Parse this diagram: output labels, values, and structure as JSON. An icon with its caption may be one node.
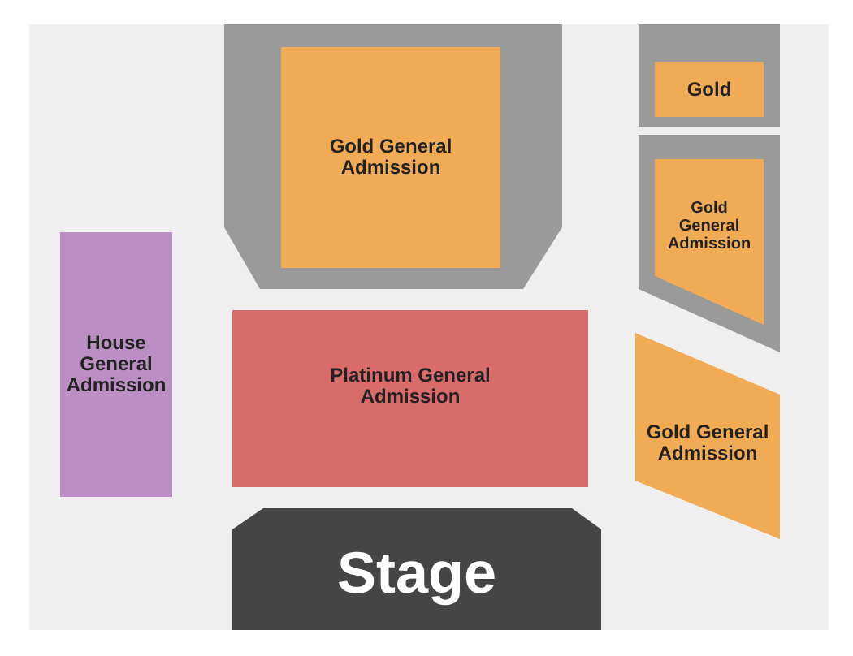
{
  "diagram": {
    "nodes": [
      {
        "text": [
          "Gold General Admission"
        ]
      },
      {
        "text": [
          "Gold"
        ]
      },
      {
        "text": [
          "Gold General Admission"
        ]
      },
      {
        "text": [
          "House General Admission"
        ]
      },
      {
        "text": [
          "Platinum General Admission"
        ]
      },
      {
        "text": [
          "Gold General Admission"
        ]
      },
      {
        "text": [
          "Stage"
        ]
      }
    ],
    "edges": []
  }
}
